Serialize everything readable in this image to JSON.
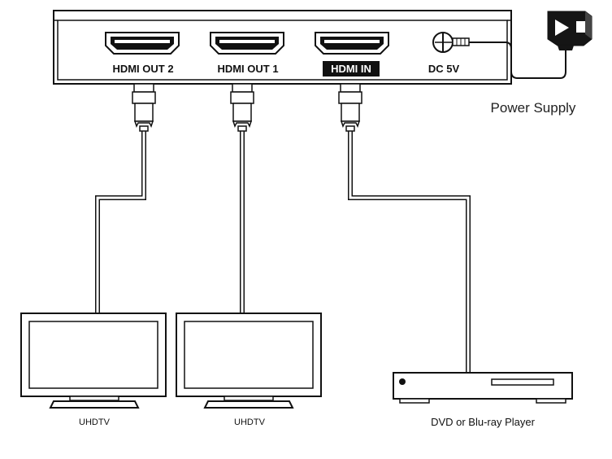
{
  "device": {
    "ports": [
      {
        "label": "HDMI OUT 2"
      },
      {
        "label": "HDMI OUT 1"
      },
      {
        "label": "HDMI IN",
        "highlight": true
      },
      {
        "label": "DC 5V"
      }
    ]
  },
  "power_supply": {
    "label": "Power Supply"
  },
  "displays": [
    {
      "label": "UHDTV"
    },
    {
      "label": "UHDTV"
    }
  ],
  "source": {
    "label": "DVD or Blu-ray Player"
  },
  "colors": {
    "line": "#111111",
    "cable": "#ffffff",
    "highlight_bg": "#111111",
    "highlight_text": "#ffffff"
  }
}
